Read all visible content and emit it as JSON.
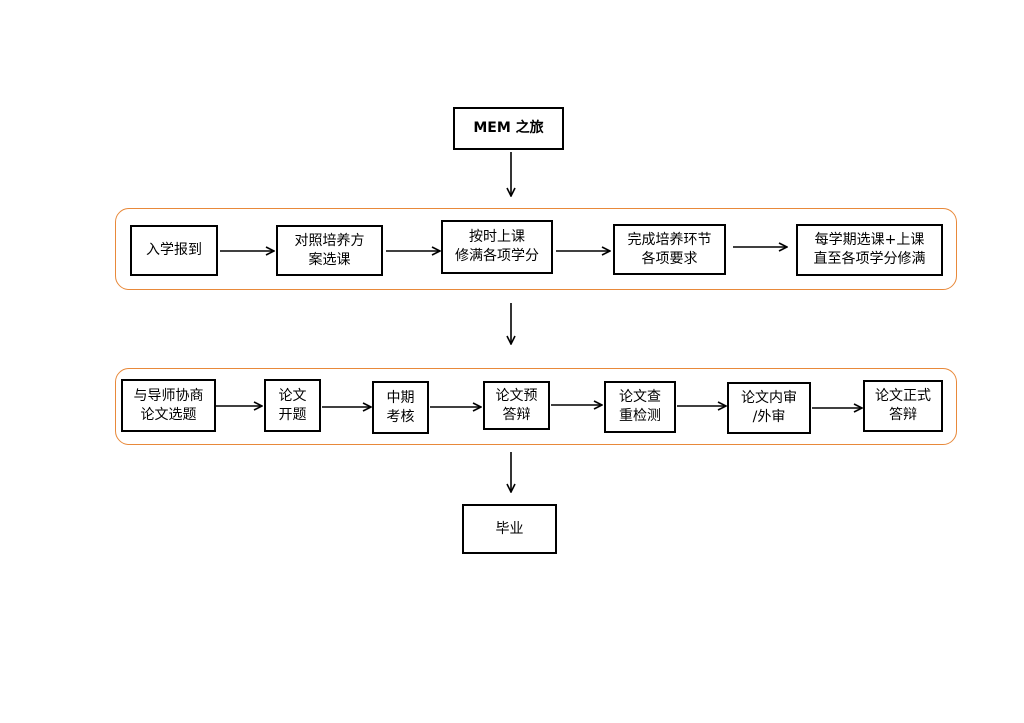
{
  "diagram": {
    "start": {
      "lines": [
        "MEM 之旅"
      ]
    },
    "stage1": {
      "steps": [
        {
          "lines": [
            "入学报到"
          ]
        },
        {
          "lines": [
            "对照培养方",
            "案选课"
          ]
        },
        {
          "lines": [
            "按时上课",
            "修满各项学分"
          ]
        },
        {
          "lines": [
            "完成培养环节",
            "各项要求"
          ]
        },
        {
          "lines": [
            "每学期选课+上课",
            "直至各项学分修满"
          ]
        }
      ]
    },
    "stage2": {
      "steps": [
        {
          "lines": [
            "与导师协商",
            "论文选题"
          ]
        },
        {
          "lines": [
            "论文",
            "开题"
          ]
        },
        {
          "lines": [
            "中期",
            "考核"
          ]
        },
        {
          "lines": [
            "论文预",
            "答辩"
          ]
        },
        {
          "lines": [
            "论文查",
            "重检测"
          ]
        },
        {
          "lines": [
            "论文内审",
            "/外审"
          ]
        },
        {
          "lines": [
            "论文正式",
            "答辩"
          ]
        }
      ]
    },
    "end": {
      "lines": [
        "毕业"
      ]
    },
    "colors": {
      "group_border": "#e8893a",
      "box_border": "#000000",
      "arrow": "#000000"
    }
  }
}
